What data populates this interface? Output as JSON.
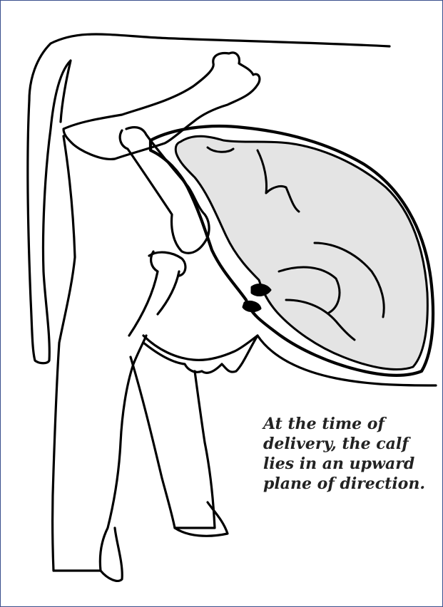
{
  "caption": {
    "lines": [
      "At the time of",
      "delivery, the calf",
      "lies in an upward",
      "plane of direction."
    ]
  },
  "colors": {
    "frame_border": "#3a4f8c",
    "line_art": "#000000",
    "calf_fill": "#e4e4e4",
    "background": "#ffffff"
  }
}
